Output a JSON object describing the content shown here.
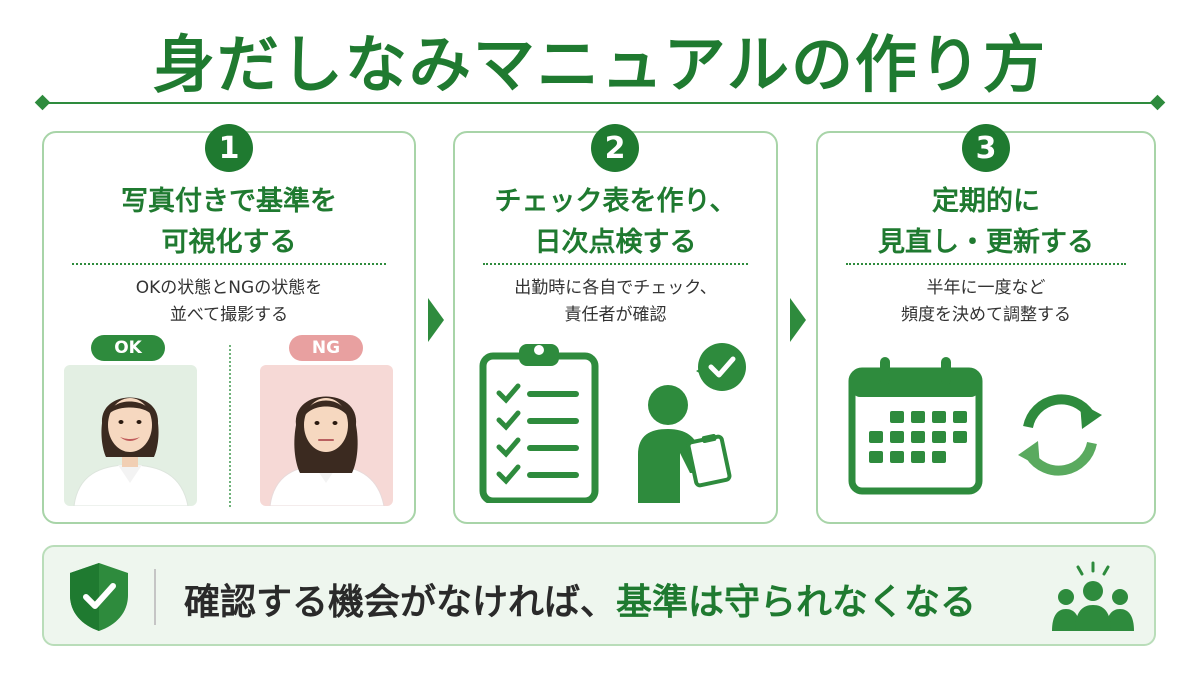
{
  "title": "身だしなみマニュアルの作り方",
  "colors": {
    "primary": "#1f7a30",
    "accent": "#2e8b3d",
    "ng": "#e8a0a0"
  },
  "steps": [
    {
      "number": "1",
      "title_line1": "写真付きで基準を",
      "title_line2": "可視化する",
      "desc_line1": "OKの状態とNGの状態を",
      "desc_line2": "並べて撮影する",
      "ok_label": "OK",
      "ng_label": "NG",
      "icon": "portrait-photos"
    },
    {
      "number": "2",
      "title_line1": "チェック表を作り、",
      "title_line2": "日次点検する",
      "desc_line1": "出勤時に各自でチェック、",
      "desc_line2": "責任者が確認",
      "icon": "clipboard-checklist-icon"
    },
    {
      "number": "3",
      "title_line1": "定期的に",
      "title_line2": "見直し・更新する",
      "desc_line1": "半年に一度など",
      "desc_line2": "頻度を決めて調整する",
      "icon": "calendar-refresh-icon"
    }
  ],
  "bottom": {
    "text_normal": "確認する機会がなければ、",
    "text_highlight": "基準は守られなくなる",
    "left_icon": "shield-check-icon",
    "right_icon": "team-icon"
  }
}
